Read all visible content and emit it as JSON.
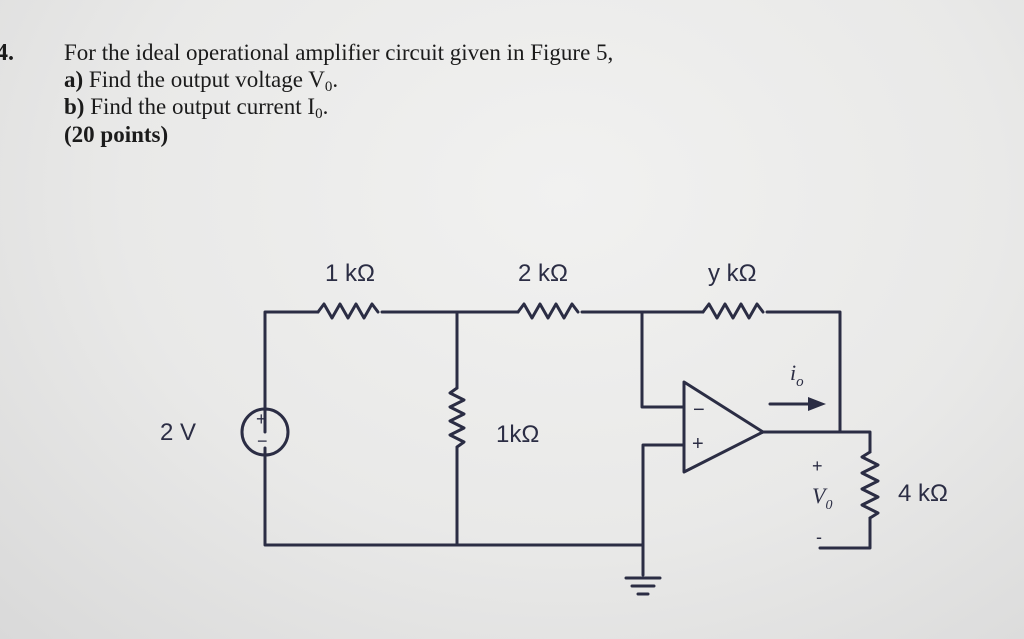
{
  "question": {
    "number": "4.",
    "prompt": "For the ideal operational amplifier circuit given in Figure 5,",
    "part_a_label": "a)",
    "part_a_text": " Find the output voltage V",
    "part_a_sub": "0",
    "part_a_end": ".",
    "part_b_label": "b)",
    "part_b_text": " Find the output current I",
    "part_b_sub": "0",
    "part_b_end": ".",
    "points": "(20 points)"
  },
  "circuit": {
    "source_label": "2 V",
    "source_plus": "+",
    "source_minus": "−",
    "r1_label": "1 kΩ",
    "r2_label": "2 kΩ",
    "r3_label": "y kΩ",
    "r_shunt_label": "1kΩ",
    "r_load_label": "4 kΩ",
    "opamp_minus": "−",
    "opamp_plus": "+",
    "io_label": "i",
    "io_sub": "o",
    "vo_plus": "+",
    "vo_label": "V",
    "vo_sub": "0",
    "vo_minus": "-",
    "wire_color": "#2b2d44"
  }
}
